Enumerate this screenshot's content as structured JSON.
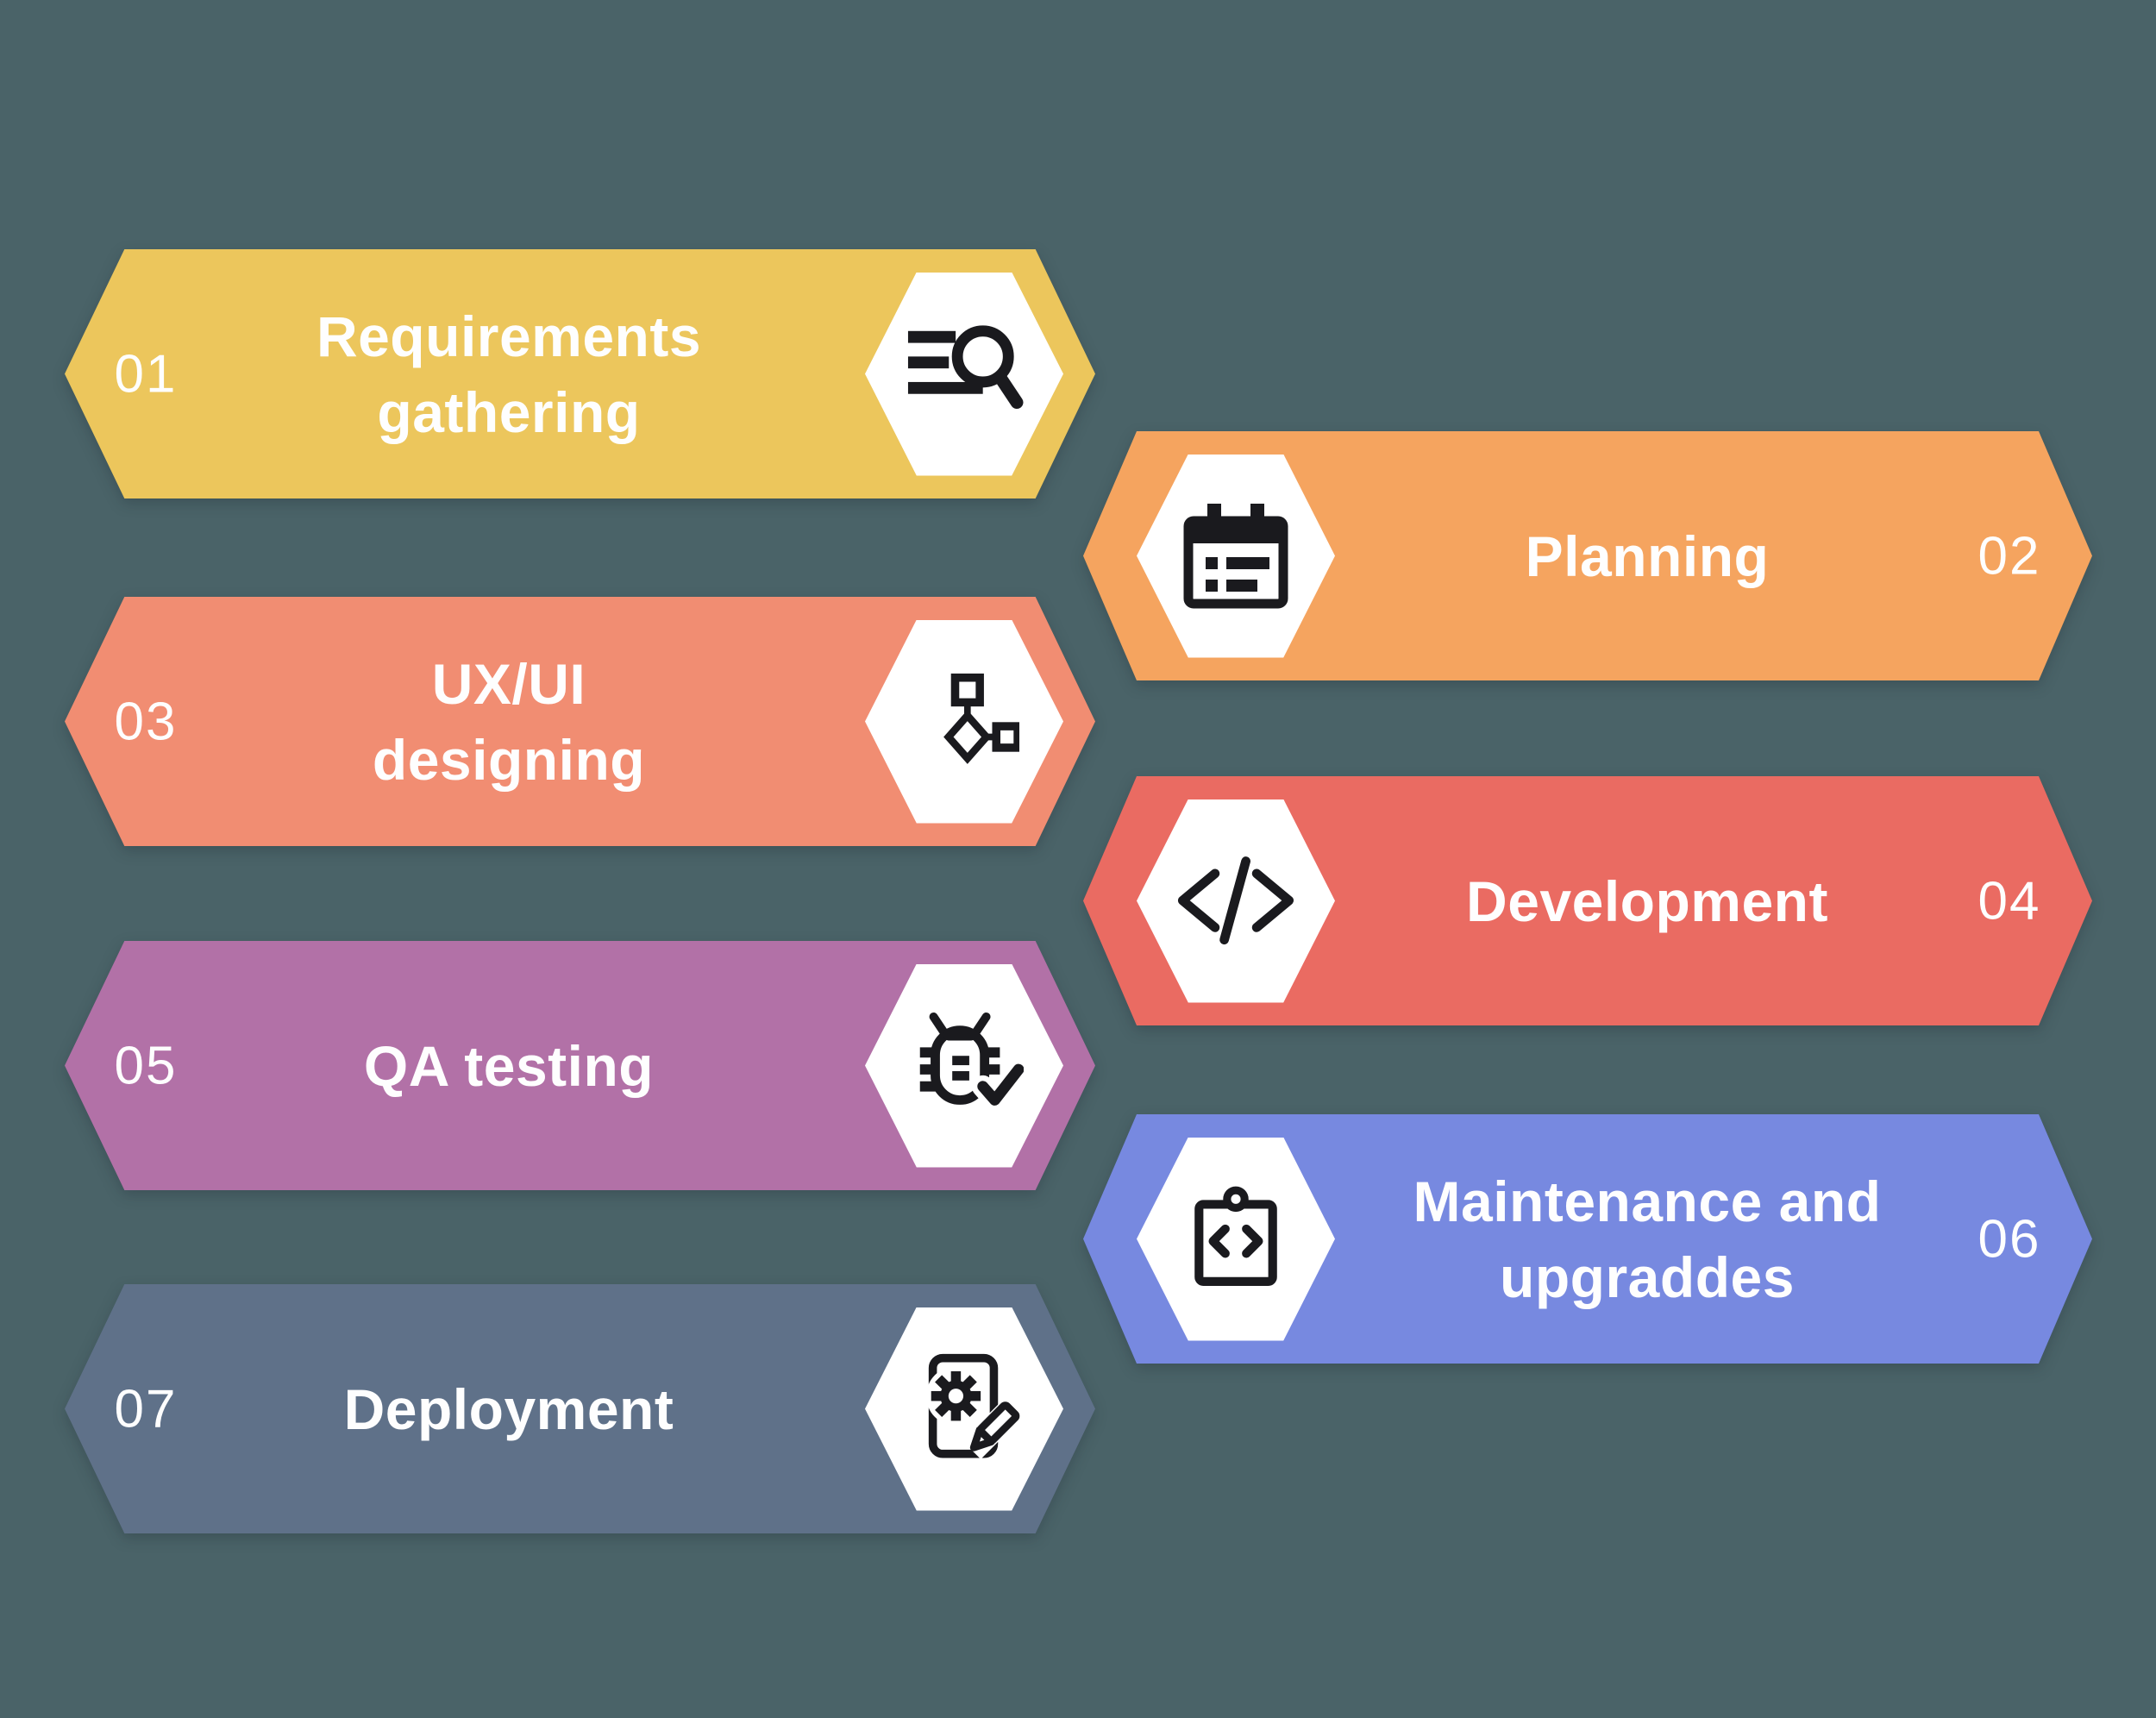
{
  "canvas": {
    "background": "#4A6368",
    "badge_color": "#FFFFFF",
    "text_color": "#FEFEFE",
    "icon_color": "#1A1A1E"
  },
  "steps": [
    {
      "number": "01",
      "title_lines": [
        "Requirements",
        "gathering"
      ],
      "color": "#ECC65C",
      "icon": "search-list-icon",
      "column": "left"
    },
    {
      "number": "02",
      "title_lines": [
        "Planning"
      ],
      "color": "#F5A45F",
      "icon": "calendar-icon",
      "column": "right"
    },
    {
      "number": "03",
      "title_lines": [
        "UX/UI",
        "designing"
      ],
      "color": "#F18D72",
      "icon": "flowchart-icon",
      "column": "left"
    },
    {
      "number": "04",
      "title_lines": [
        "Development"
      ],
      "color": "#EA6B62",
      "icon": "code-icon",
      "column": "right"
    },
    {
      "number": "05",
      "title_lines": [
        "QA testing"
      ],
      "color": "#B271A7",
      "icon": "bug-check-icon",
      "column": "left"
    },
    {
      "number": "06",
      "title_lines": [
        "Maintenance and",
        "upgraddes"
      ],
      "color": "#7789E0",
      "icon": "clipboard-code-icon",
      "column": "right"
    },
    {
      "number": "07",
      "title_lines": [
        "Deployment"
      ],
      "color": "#5F7189",
      "icon": "doc-gear-pencil-icon",
      "column": "left"
    }
  ]
}
